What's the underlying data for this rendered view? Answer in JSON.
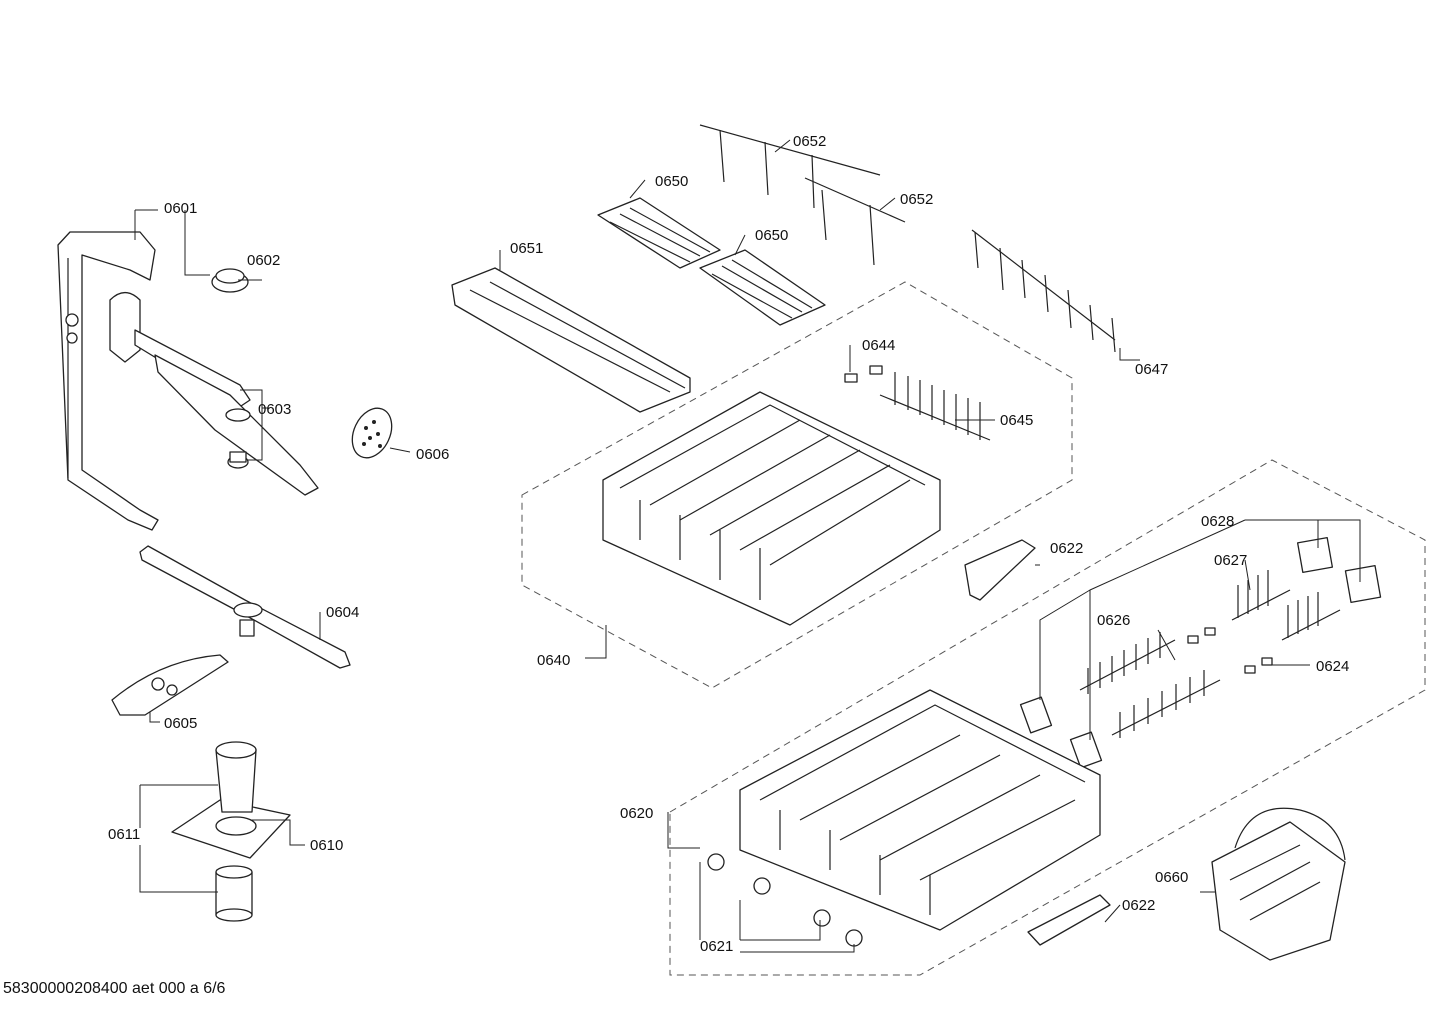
{
  "footer_text": "58300000208400 aet 000 a 6/6",
  "labels": {
    "p0601": "0601",
    "p0602": "0602",
    "p0603": "0603",
    "p0604": "0604",
    "p0605": "0605",
    "p0606": "0606",
    "p0610": "0610",
    "p0611": "0611",
    "p0620": "0620",
    "p0621": "0621",
    "p0622a": "0622",
    "p0622b": "0622",
    "p0624": "0624",
    "p0626": "0626",
    "p0627": "0627",
    "p0628": "0628",
    "p0640": "0640",
    "p0644": "0644",
    "p0645": "0645",
    "p0647": "0647",
    "p0650a": "0650",
    "p0650b": "0650",
    "p0651": "0651",
    "p0652a": "0652",
    "p0652b": "0652",
    "p0660": "0660"
  }
}
